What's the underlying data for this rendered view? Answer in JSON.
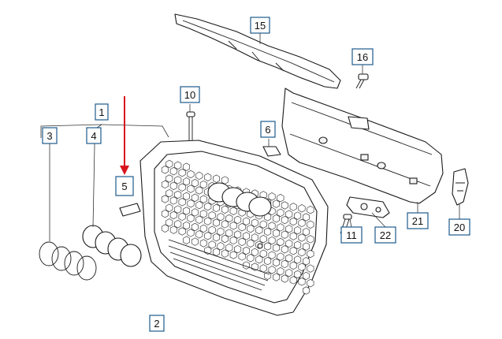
{
  "diagram": {
    "highlight_color": "#d8141c",
    "callout_border_color": "#1d5a8c",
    "callouts": [
      {
        "id": "c1",
        "label": "1"
      },
      {
        "id": "c2",
        "label": "2"
      },
      {
        "id": "c3",
        "label": "3"
      },
      {
        "id": "c4",
        "label": "4"
      },
      {
        "id": "c5",
        "label": "5",
        "highlighted": true
      },
      {
        "id": "c6",
        "label": "6"
      },
      {
        "id": "c10",
        "label": "10"
      },
      {
        "id": "c11",
        "label": "11"
      },
      {
        "id": "c15",
        "label": "15"
      },
      {
        "id": "c16",
        "label": "16"
      },
      {
        "id": "c20",
        "label": "20"
      },
      {
        "id": "c21",
        "label": "21"
      },
      {
        "id": "c22",
        "label": "22"
      }
    ]
  }
}
